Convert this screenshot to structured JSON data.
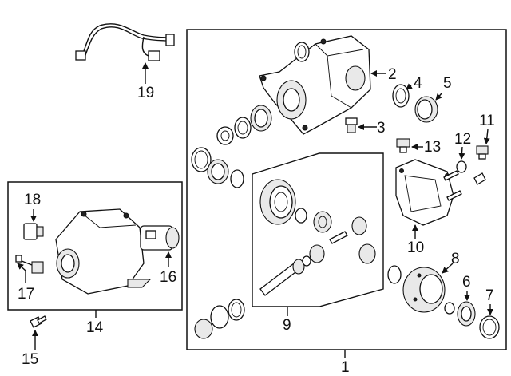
{
  "diagram": {
    "callouts": {
      "n1": "1",
      "n2": "2",
      "n3": "3",
      "n4": "4",
      "n5": "5",
      "n6": "6",
      "n7": "7",
      "n8": "8",
      "n9": "9",
      "n10": "10",
      "n11": "11",
      "n12": "12",
      "n13": "13",
      "n14": "14",
      "n15": "15",
      "n16": "16",
      "n17": "17",
      "n18": "18",
      "n19": "19"
    }
  }
}
